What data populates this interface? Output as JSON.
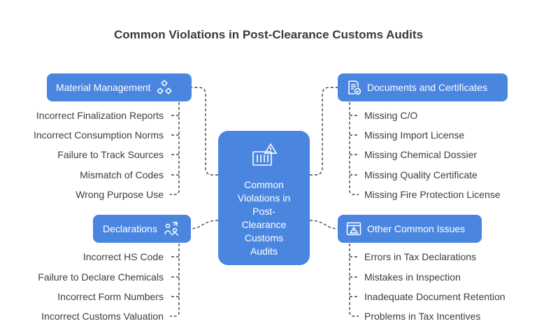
{
  "title": "Common Violations in Post-Clearance Customs Audits",
  "center": {
    "label": "Common\nViolations in\nPost-\nClearance\nCustoms\nAudits",
    "icon": "warehouse-warning-icon"
  },
  "colors": {
    "accent": "#4a86e0",
    "text": "#3d3d3d",
    "connector": "#444444"
  },
  "groups": {
    "material_management": {
      "label": "Material Management",
      "icon": "gears-icon",
      "items": [
        "Incorrect Finalization Reports",
        "Incorrect Consumption Norms",
        "Failure to Track Sources",
        "Mismatch of Codes",
        "Wrong Purpose Use"
      ]
    },
    "declarations": {
      "label": "Declarations",
      "icon": "people-exchange-icon",
      "items": [
        "Incorrect HS Code",
        "Failure to Declare Chemicals",
        "Incorrect Form Numbers",
        "Incorrect Customs Valuation"
      ]
    },
    "documents": {
      "label": "Documents and Certificates",
      "icon": "document-check-icon",
      "items": [
        "Missing C/O",
        "Missing Import License",
        "Missing Chemical Dossier",
        "Missing Quality Certificate",
        "Missing Fire Protection License"
      ]
    },
    "other": {
      "label": "Other Common Issues",
      "icon": "browser-warning-icon",
      "items": [
        "Errors in Tax Declarations",
        "Mistakes in Inspection",
        "Inadequate Document Retention",
        "Problems in Tax Incentives"
      ]
    }
  }
}
